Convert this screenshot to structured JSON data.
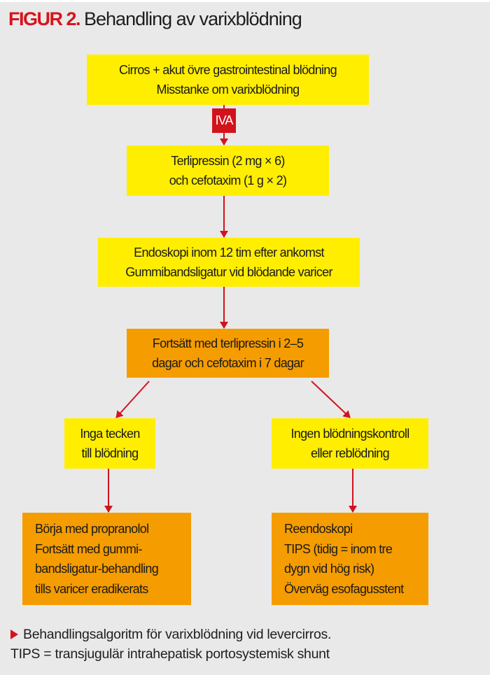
{
  "figure": {
    "label": "FIGUR 2.",
    "title": "Behandling av varixblödning"
  },
  "colors": {
    "yellow": "#ffee00",
    "orange": "#f59c00",
    "red": "#d2131c",
    "background": "#e9e9e9"
  },
  "nodes": {
    "start": [
      "Cirros + akut övre gastrointestinal blödning",
      "Misstanke om varixblödning"
    ],
    "iva": "IVA",
    "initial_treatment": [
      "Terlipressin (2 mg × 6)",
      "och cefotaxim (1 g × 2)"
    ],
    "endoscopy": [
      "Endoskopi inom 12 tim efter ankomst",
      "Gummibandsligatur vid blödande varicer"
    ],
    "continue": [
      "Fortsätt med terlipressin i 2–5",
      "dagar och cefotaxim i 7 dagar"
    ],
    "no_bleeding": [
      "Inga tecken",
      "till blödning"
    ],
    "no_control": [
      "Ingen blödningskontroll",
      "eller reblödning"
    ],
    "no_bleeding_action": [
      "Börja med propranolol",
      "Fortsätt med gummi-",
      "bandsligatur-behandling",
      "tills varicer eradikerats"
    ],
    "no_control_action": [
      "Reendoskopi",
      "TIPS (tidig = inom tre",
      "dygn vid hög risk)",
      "Överväg esofagusstent"
    ]
  },
  "caption": {
    "line1": "Behandlingsalgoritm för varixblödning vid levercirros.",
    "line2": "TIPS = transjugulär intrahepatisk portosystemisk shunt"
  }
}
